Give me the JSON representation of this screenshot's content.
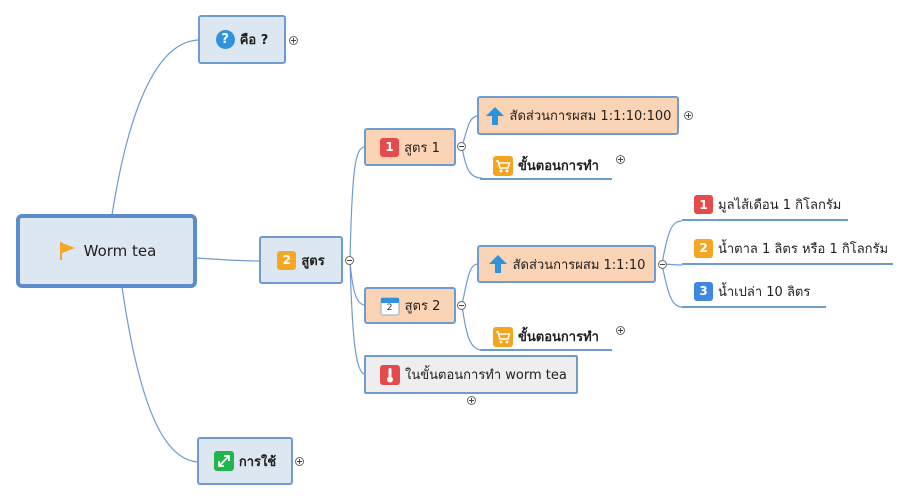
{
  "root": {
    "label": "Worm tea",
    "icon": "flag-icon",
    "color": "#f5a623"
  },
  "branches": {
    "what": {
      "label": "คือ ?",
      "icon": "question-icon"
    },
    "recipes": {
      "label": "สูตร",
      "badge": "2",
      "recipe1": {
        "label": "สูตร 1",
        "badge": "1",
        "ratio": "สัดส่วนการผสม 1:1:10:100",
        "steps": "ขั้นตอนการทำ"
      },
      "recipe2": {
        "label": "สูตร 2",
        "calendar_day": "2",
        "ratio": "สัดส่วนการผสม 1:1:10",
        "ingredients": [
          {
            "badge": "1",
            "label": "มูลไส้เดือน 1 กิโลกรัม"
          },
          {
            "badge": "2",
            "label": "น้ำตาล 1 ลิตร หรือ 1 กิโลกรัม"
          },
          {
            "badge": "3",
            "label": "น้ำเปล่า 10 ลิตร"
          }
        ],
        "steps": "ขั้นตอนการทำ"
      },
      "process": {
        "label": "ในขั้นตอนการทำ worm tea",
        "icon": "thermometer-icon"
      }
    },
    "usage": {
      "label": "การใช้",
      "icon": "expand-icon"
    }
  },
  "colors": {
    "line": "#6e9ccf",
    "node_blue": "#dde7f2",
    "node_peach": "#fbd3b5",
    "badge_red": "#e64b4b",
    "badge_orange": "#f5a623",
    "badge_blue": "#3f87e0"
  }
}
